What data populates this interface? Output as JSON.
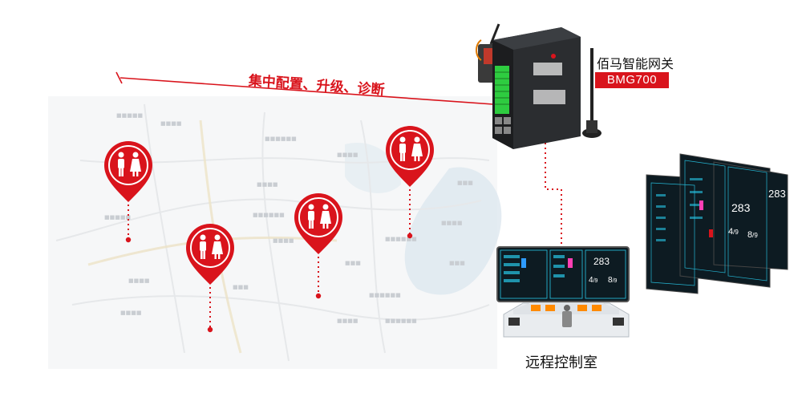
{
  "config_line": {
    "label": "集中配置、升级、诊断"
  },
  "gateway": {
    "name": "佰马智能网关",
    "model": "BMG700"
  },
  "control_room": {
    "label": "远程控制室"
  },
  "screen": {
    "big_number": "283",
    "count_a": "4",
    "count_a_total": "9",
    "count_b": "8",
    "count_b_total": "9"
  },
  "colors": {
    "accent": "#d9141c",
    "screen_bg": "#0d1b22",
    "screen_cyan": "#27c6e6"
  },
  "icons": {
    "pin": "restroom-icon",
    "gateway": "router-device",
    "room": "control-console"
  }
}
